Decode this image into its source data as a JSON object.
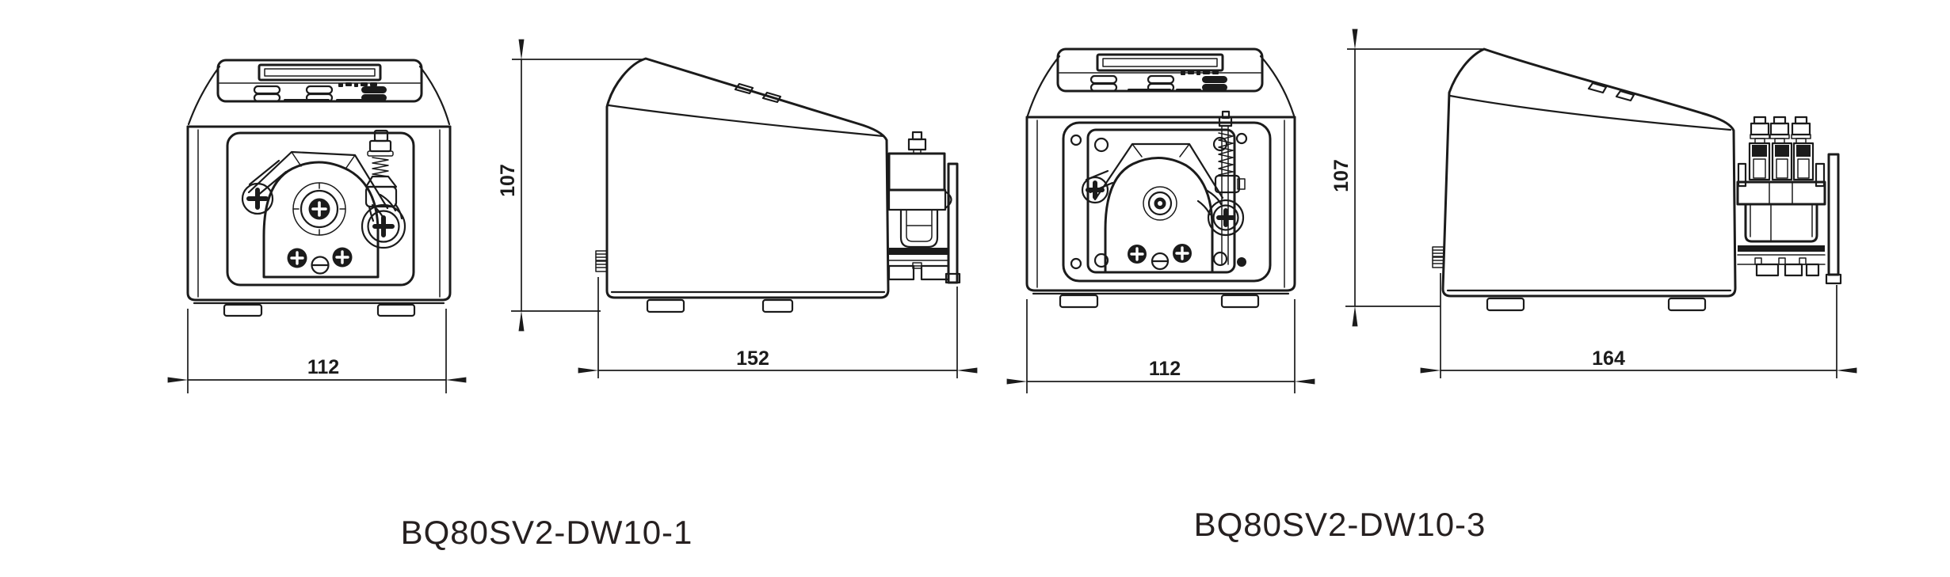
{
  "colors": {
    "background": "#ffffff",
    "ink": "#1b1b1b"
  },
  "pumps": [
    {
      "model": "BQ80SV2-DW10-1",
      "dimensions": {
        "width": "112",
        "height": "107",
        "depth": "152"
      }
    },
    {
      "model": "BQ80SV2-DW10-3",
      "dimensions": {
        "width": "112",
        "height": "107",
        "depth": "164"
      }
    }
  ]
}
